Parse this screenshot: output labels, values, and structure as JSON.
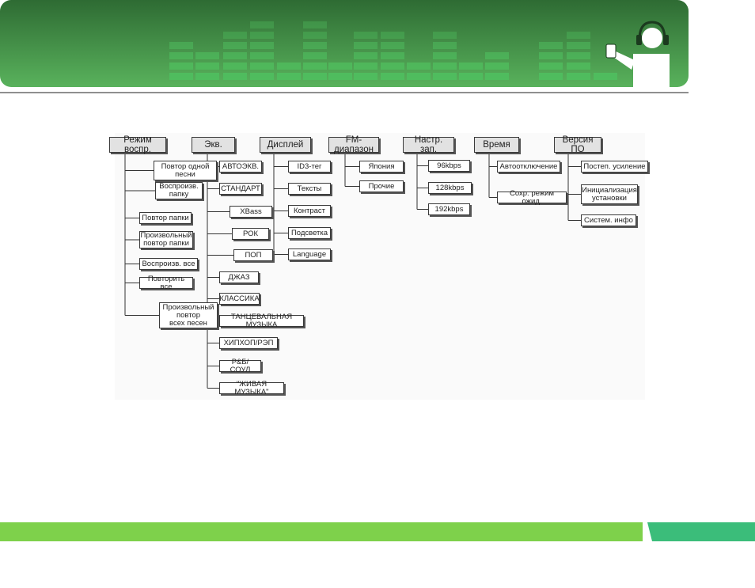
{
  "colors": {
    "banner_dark": "#2e6b33",
    "banner_light": "#59b25c",
    "eq_bar": "#4fc05f",
    "footer_green": "#7ed14b",
    "footer_tab": "#3bbd7a"
  },
  "icons": [
    "headphone-person-icon"
  ],
  "menu": [
    {
      "label": "Режим воспр.",
      "children": [
        "Повтор одной\nпесни",
        "Воспроизв.\nпапку",
        "Повтор папки",
        "Произвольный\nповтор папки",
        "Воспроизв. все",
        "Повторить все",
        "Произвольный\nповтор\nвсех песен"
      ]
    },
    {
      "label": "Экв.",
      "children": [
        "АВТОЭКВ.",
        "СТАНДАРТ",
        "XBass",
        "РОК",
        "ПОП",
        "ДЖАЗ",
        "КЛАССИКА",
        "ТАНЦЕВАЛЬНАЯ МУЗЫКА",
        "ХИПХОП/РЭП",
        "Р&Б/СОУЛ",
        "\"ЖИВАЯ МУЗЫКА\""
      ]
    },
    {
      "label": "Дисплей",
      "children": [
        "ID3-тег",
        "Тексты",
        "Контраст",
        "Подсветка",
        "Language"
      ]
    },
    {
      "label": "FM-диапазон",
      "children": [
        "Япония",
        "Прочие"
      ]
    },
    {
      "label": "Настр. зап.",
      "children": [
        "96kbps",
        "128kbps",
        "192kbps"
      ]
    },
    {
      "label": "Время",
      "children": [
        "Автоотключение",
        "Сохр. режим ожид."
      ]
    },
    {
      "label": "Версия ПО",
      "children": [
        "Постеп. усиление",
        "Инициализация\nустановки",
        "Систем. инфо"
      ]
    }
  ]
}
